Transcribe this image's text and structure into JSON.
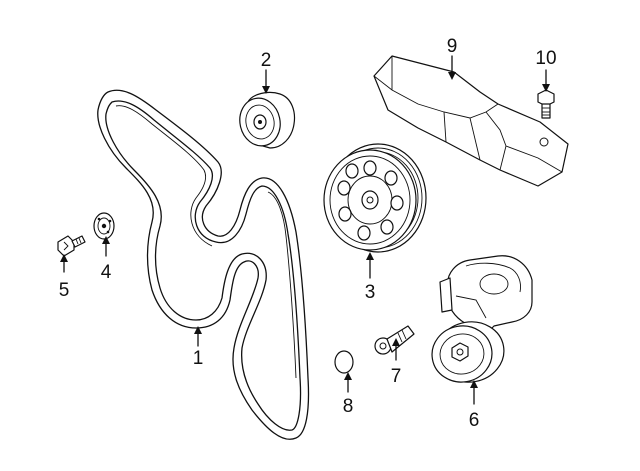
{
  "diagram": {
    "callouts": [
      {
        "id": "1",
        "label": "1",
        "part": "serpentine-belt"
      },
      {
        "id": "2",
        "label": "2",
        "part": "idler-pulley"
      },
      {
        "id": "3",
        "label": "3",
        "part": "crankshaft-pulley"
      },
      {
        "id": "4",
        "label": "4",
        "part": "pulley-cap"
      },
      {
        "id": "5",
        "label": "5",
        "part": "idler-bolt"
      },
      {
        "id": "6",
        "label": "6",
        "part": "belt-tensioner"
      },
      {
        "id": "7",
        "label": "7",
        "part": "tensioner-bolt"
      },
      {
        "id": "8",
        "label": "8",
        "part": "plug"
      },
      {
        "id": "9",
        "label": "9",
        "part": "heat-shield"
      },
      {
        "id": "10",
        "label": "10",
        "part": "shield-bolt"
      }
    ],
    "colors": {
      "line": "#111111",
      "fill": "#ffffff",
      "background": "#ffffff"
    }
  }
}
